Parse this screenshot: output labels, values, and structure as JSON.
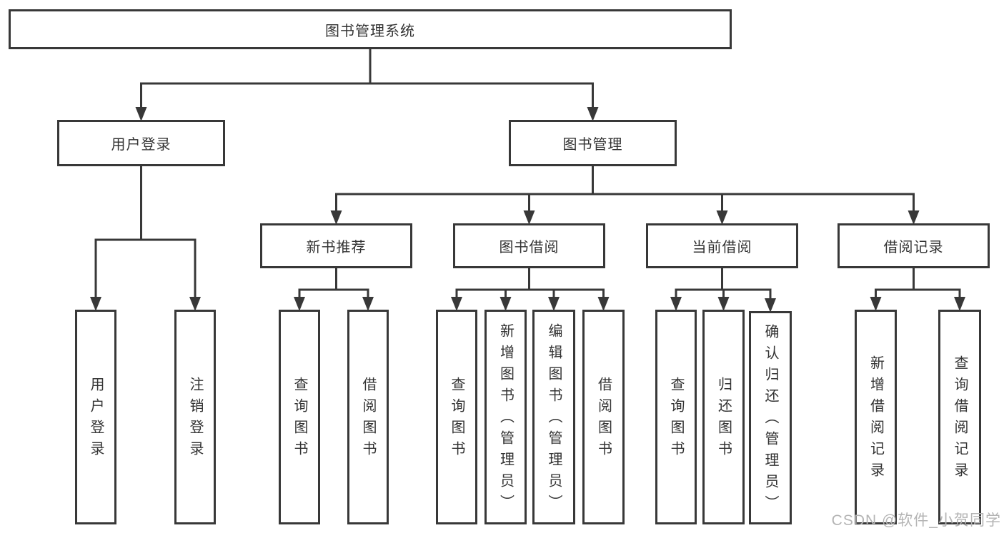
{
  "diagram": {
    "title": "图书管理系统",
    "nodes": [
      {
        "id": "root",
        "label": "图书管理系统",
        "orientation": "horizontal"
      },
      {
        "id": "user-login-group",
        "label": "用户登录",
        "orientation": "horizontal"
      },
      {
        "id": "book-mgmt",
        "label": "图书管理",
        "orientation": "horizontal"
      },
      {
        "id": "new-book-rec",
        "label": "新书推荐",
        "orientation": "horizontal"
      },
      {
        "id": "book-borrow",
        "label": "图书借阅",
        "orientation": "horizontal"
      },
      {
        "id": "current-borrow",
        "label": "当前借阅",
        "orientation": "horizontal"
      },
      {
        "id": "borrow-records",
        "label": "借阅记录",
        "orientation": "horizontal"
      },
      {
        "id": "user-login",
        "label": "用户登录",
        "orientation": "vertical"
      },
      {
        "id": "logout",
        "label": "注销登录",
        "orientation": "vertical"
      },
      {
        "id": "query-books-1",
        "label": "查询图书",
        "orientation": "vertical"
      },
      {
        "id": "borrow-books-1",
        "label": "借阅图书",
        "orientation": "vertical"
      },
      {
        "id": "query-books-2",
        "label": "查询图书",
        "orientation": "vertical"
      },
      {
        "id": "add-book",
        "label": "新增图书（管理员）",
        "orientation": "vertical"
      },
      {
        "id": "edit-book",
        "label": "编辑图书（管理员）",
        "orientation": "vertical"
      },
      {
        "id": "borrow-books-2",
        "label": "借阅图书",
        "orientation": "vertical"
      },
      {
        "id": "query-books-3",
        "label": "查询图书",
        "orientation": "vertical"
      },
      {
        "id": "return-book",
        "label": "归还图书",
        "orientation": "vertical"
      },
      {
        "id": "confirm-return",
        "label": "确认归还（管理员）",
        "orientation": "vertical"
      },
      {
        "id": "add-borrow-record",
        "label": "新增借阅记录",
        "orientation": "vertical"
      },
      {
        "id": "query-borrow-record",
        "label": "查询借阅记录",
        "orientation": "vertical"
      }
    ],
    "edges": [
      {
        "from": "root",
        "to": [
          "user-login-group",
          "book-mgmt"
        ]
      },
      {
        "from": "user-login-group",
        "to": [
          "user-login",
          "logout"
        ]
      },
      {
        "from": "book-mgmt",
        "to": [
          "new-book-rec",
          "book-borrow",
          "current-borrow",
          "borrow-records"
        ]
      },
      {
        "from": "new-book-rec",
        "to": [
          "query-books-1",
          "borrow-books-1"
        ]
      },
      {
        "from": "book-borrow",
        "to": [
          "query-books-2",
          "add-book",
          "edit-book",
          "borrow-books-2"
        ]
      },
      {
        "from": "current-borrow",
        "to": [
          "query-books-3",
          "return-book",
          "confirm-return"
        ]
      },
      {
        "from": "borrow-records",
        "to": [
          "add-borrow-record",
          "query-borrow-record"
        ]
      }
    ]
  },
  "watermark": {
    "text": "CSDN @软件_小贺同学"
  },
  "colors": {
    "line": "#383838",
    "box_border": "#383838",
    "text": "#333333",
    "watermark": "#b4b4b4",
    "background": "#ffffff"
  }
}
